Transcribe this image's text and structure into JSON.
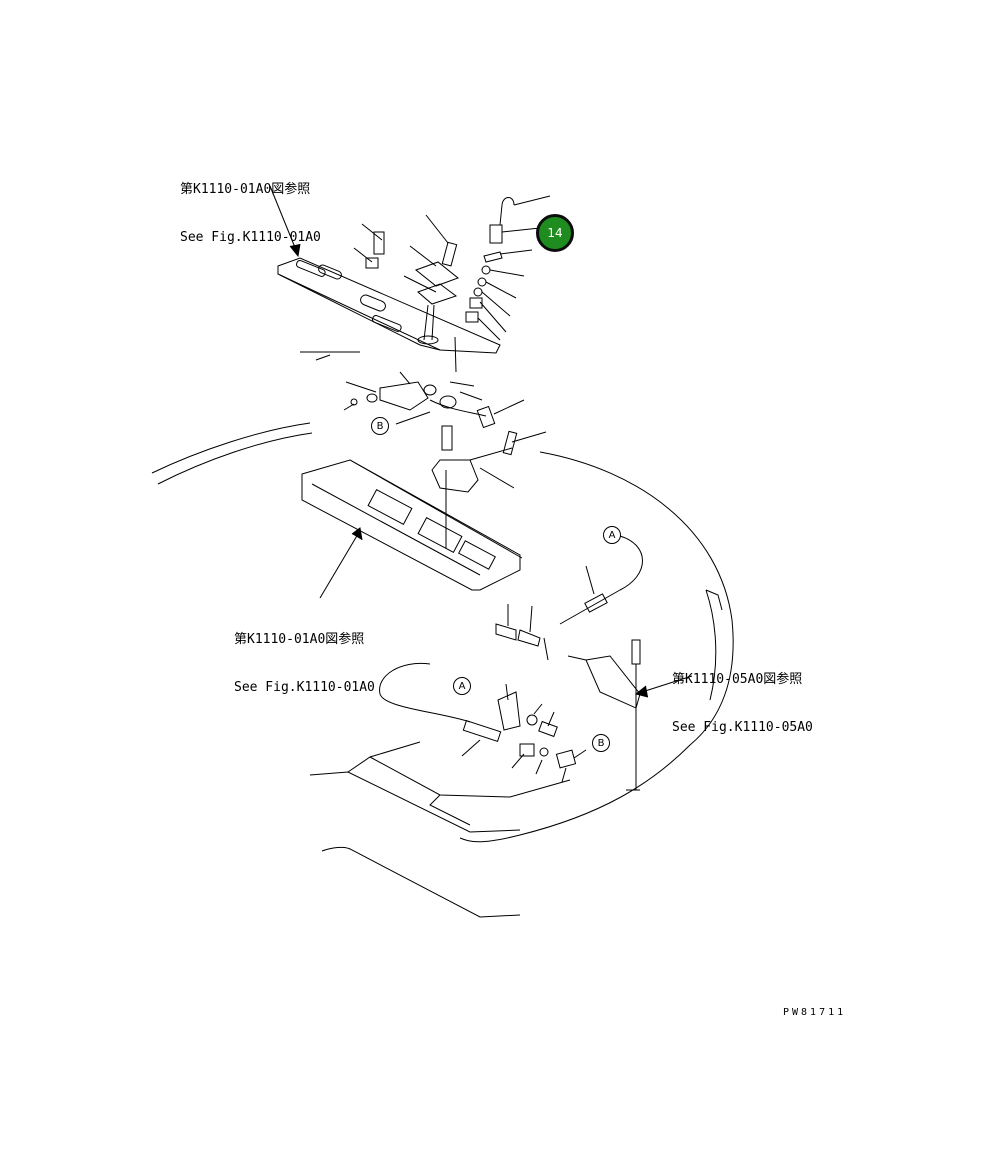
{
  "references": [
    {
      "jp": "第K1110-01A0図参照",
      "en": "See Fig.K1110-01A0"
    },
    {
      "jp": "第K1110-01A0図参照",
      "en": "See Fig.K1110-01A0"
    },
    {
      "jp": "第K1110-05A0図参照",
      "en": "See Fig.K1110-05A0"
    }
  ],
  "callout": {
    "number": "14",
    "color": "#1e8c1e"
  },
  "connector_labels": {
    "a": "A",
    "b": "B"
  },
  "drawing_code": "PW81711"
}
